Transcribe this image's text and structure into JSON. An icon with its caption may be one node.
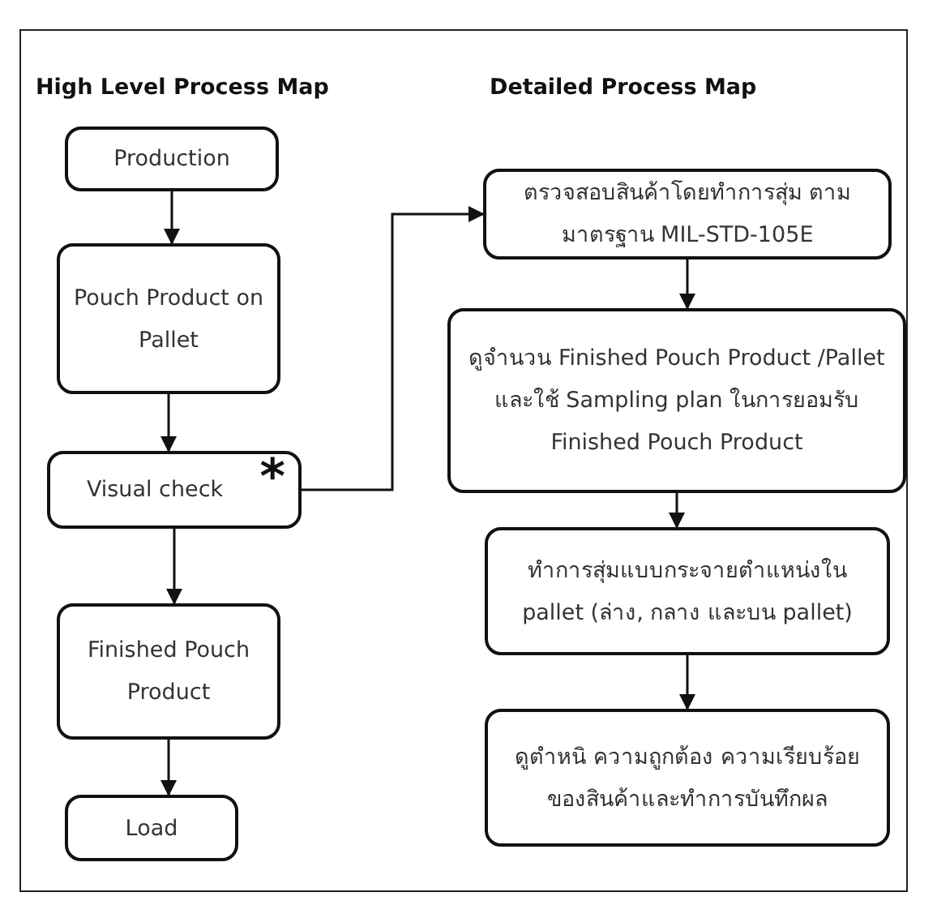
{
  "diagram": {
    "nodes": [
      {
        "text": [
          "Production"
        ]
      },
      {
        "text": [
          "Pouch Product on Pallet"
        ]
      },
      {
        "text": [
          "Visual check",
          "*"
        ]
      },
      {
        "text": [
          "Finished Pouch Product"
        ]
      },
      {
        "text": [
          "Load"
        ]
      },
      {
        "text": [
          "ตรวจสอบสินค้าโดยทำการสุ่ม ตามมาตรฐาน MIL-STD-105E"
        ]
      },
      {
        "text": [
          "ดูจำนวน Finished Pouch Product /Pallet และใช้ Sampling plan ในการยอมรับ Finished Pouch Product"
        ]
      },
      {
        "text": [
          "ทำการสุ่มแบบกระจายตำแหน่งใน pallet (ล่าง, กลาง และบน pallet)"
        ]
      },
      {
        "text": [
          "ดูตำหนิ ความถูกต้อง ความเรียบร้อย ของสินค้าและทำการบันทึกผล"
        ]
      }
    ],
    "edges": [
      {
        "from": 0,
        "to": 1,
        "arrow": "to"
      },
      {
        "from": 1,
        "to": 2,
        "arrow": "to"
      },
      {
        "from": 2,
        "to": 3,
        "arrow": "to"
      },
      {
        "from": 3,
        "to": 4,
        "arrow": "to"
      },
      {
        "from": 2,
        "to": 5,
        "arrow": "to"
      },
      {
        "from": 5,
        "to": 6,
        "arrow": "to"
      },
      {
        "from": 6,
        "to": 7,
        "arrow": "to"
      },
      {
        "from": 7,
        "to": 8,
        "arrow": "to"
      }
    ],
    "labels": [
      "High Level Process Map",
      "Detailed Process Map"
    ]
  }
}
